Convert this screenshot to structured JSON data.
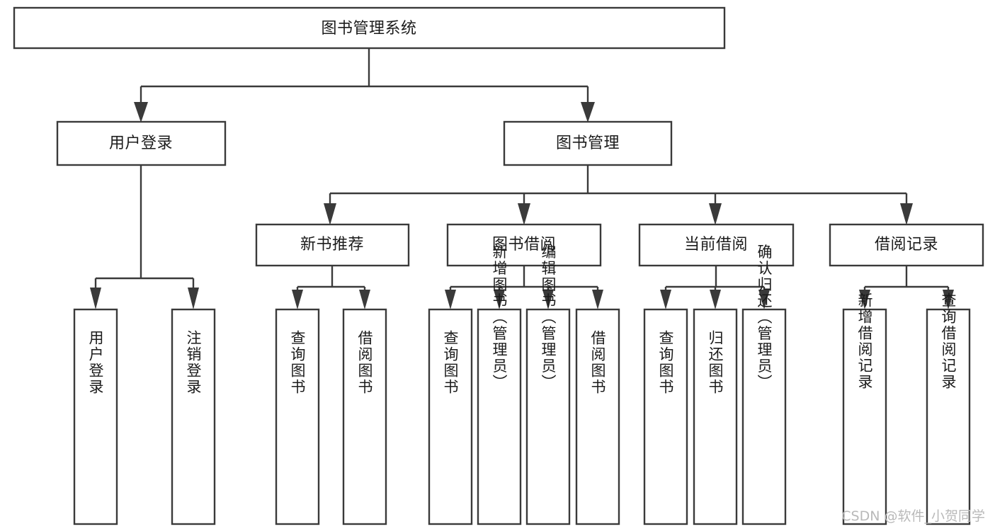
{
  "diagram": {
    "type": "tree-hierarchy",
    "orientation": "top-down",
    "root": {
      "id": "root",
      "label": "图书管理系统",
      "text_orientation": "horizontal"
    },
    "level2": [
      {
        "id": "user-login",
        "label": "用户登录",
        "text_orientation": "horizontal"
      },
      {
        "id": "book-management",
        "label": "图书管理",
        "text_orientation": "horizontal"
      }
    ],
    "level3": [
      {
        "id": "new-book-recommend",
        "label": "新书推荐",
        "parent": "book-management",
        "text_orientation": "horizontal"
      },
      {
        "id": "book-borrow",
        "label": "图书借阅",
        "parent": "book-management",
        "text_orientation": "horizontal"
      },
      {
        "id": "current-borrow",
        "label": "当前借阅",
        "parent": "book-management",
        "text_orientation": "horizontal"
      },
      {
        "id": "borrow-record",
        "label": "借阅记录",
        "parent": "book-management",
        "text_orientation": "horizontal"
      }
    ],
    "leaves": [
      {
        "id": "leaf-user-login",
        "label": "用户登录",
        "parent": "user-login",
        "text_orientation": "vertical"
      },
      {
        "id": "leaf-logout-login",
        "label": "注销登录",
        "parent": "user-login",
        "text_orientation": "vertical"
      },
      {
        "id": "leaf-query-book-1",
        "label": "查询图书",
        "parent": "new-book-recommend",
        "text_orientation": "vertical"
      },
      {
        "id": "leaf-borrow-book-1",
        "label": "借阅图书",
        "parent": "new-book-recommend",
        "text_orientation": "vertical"
      },
      {
        "id": "leaf-query-book-2",
        "label": "查询图书",
        "parent": "book-borrow",
        "text_orientation": "vertical"
      },
      {
        "id": "leaf-add-book",
        "label": "新增图书（管理员）",
        "parent": "book-borrow",
        "text_orientation": "vertical"
      },
      {
        "id": "leaf-edit-book",
        "label": "编辑图书（管理员）",
        "parent": "book-borrow",
        "text_orientation": "vertical"
      },
      {
        "id": "leaf-borrow-book-2",
        "label": "借阅图书",
        "parent": "book-borrow",
        "text_orientation": "vertical"
      },
      {
        "id": "leaf-query-book-3",
        "label": "查询图书",
        "parent": "current-borrow",
        "text_orientation": "vertical"
      },
      {
        "id": "leaf-return-book",
        "label": "归还图书",
        "parent": "current-borrow",
        "text_orientation": "vertical"
      },
      {
        "id": "leaf-confirm-return",
        "label": "确认归还（管理员）",
        "parent": "current-borrow",
        "text_orientation": "vertical"
      },
      {
        "id": "leaf-add-record",
        "label": "新增借阅记录",
        "parent": "borrow-record",
        "text_orientation": "vertical"
      },
      {
        "id": "leaf-query-record",
        "label": "查询借阅记录",
        "parent": "borrow-record",
        "text_orientation": "vertical"
      }
    ]
  },
  "watermark": {
    "text": "CSDN @软件_小贺同学"
  },
  "colors": {
    "background": "#ffffff",
    "box_fill": "#ffffff",
    "box_stroke": "#3a3a3a",
    "text": "#1b1b1b",
    "watermark": "#b9b9b9"
  }
}
